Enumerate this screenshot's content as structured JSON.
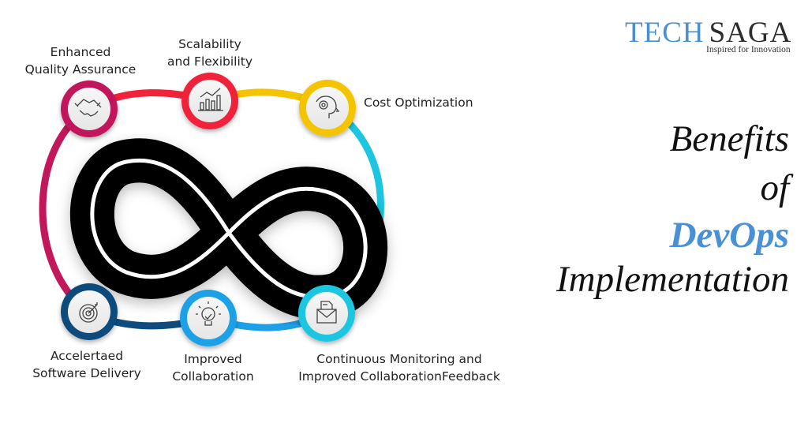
{
  "logo": {
    "part1": "TECH",
    "part2": "SAGA",
    "tagline": "Inspired for Innovation"
  },
  "title": {
    "line1": "Benefits",
    "line2": "of",
    "line3": "DevOps",
    "line4": "Implementation"
  },
  "nodes": [
    {
      "id": "quality",
      "label_line1": "Enhanced",
      "label_line2": "Quality Assurance",
      "icon": "handshake-icon",
      "color": "#c2185b"
    },
    {
      "id": "scalability",
      "label_line1": "Scalability",
      "label_line2": "and Flexibility",
      "icon": "bar-chart-icon",
      "color": "#f0233a"
    },
    {
      "id": "cost",
      "label_line1": "Cost Optimization",
      "label_line2": "",
      "icon": "head-gear-icon",
      "color": "#f5c400"
    },
    {
      "id": "delivery",
      "label_line1": "Accelertaed",
      "label_line2": "Software Delivery",
      "icon": "target-icon",
      "color": "#0f4c7d"
    },
    {
      "id": "collaboration",
      "label_line1": "Improved",
      "label_line2": "Collaboration",
      "icon": "lightbulb-icon",
      "color": "#1ea0e6"
    },
    {
      "id": "monitoring",
      "label_line1": "Continuous Monitoring and",
      "label_line2": "Improved CollaborationFeedback",
      "icon": "envelope-icon",
      "color": "#1cc6e0"
    }
  ],
  "colors": {
    "accent_blue": "#4a90d4",
    "infinity": "#000000"
  }
}
